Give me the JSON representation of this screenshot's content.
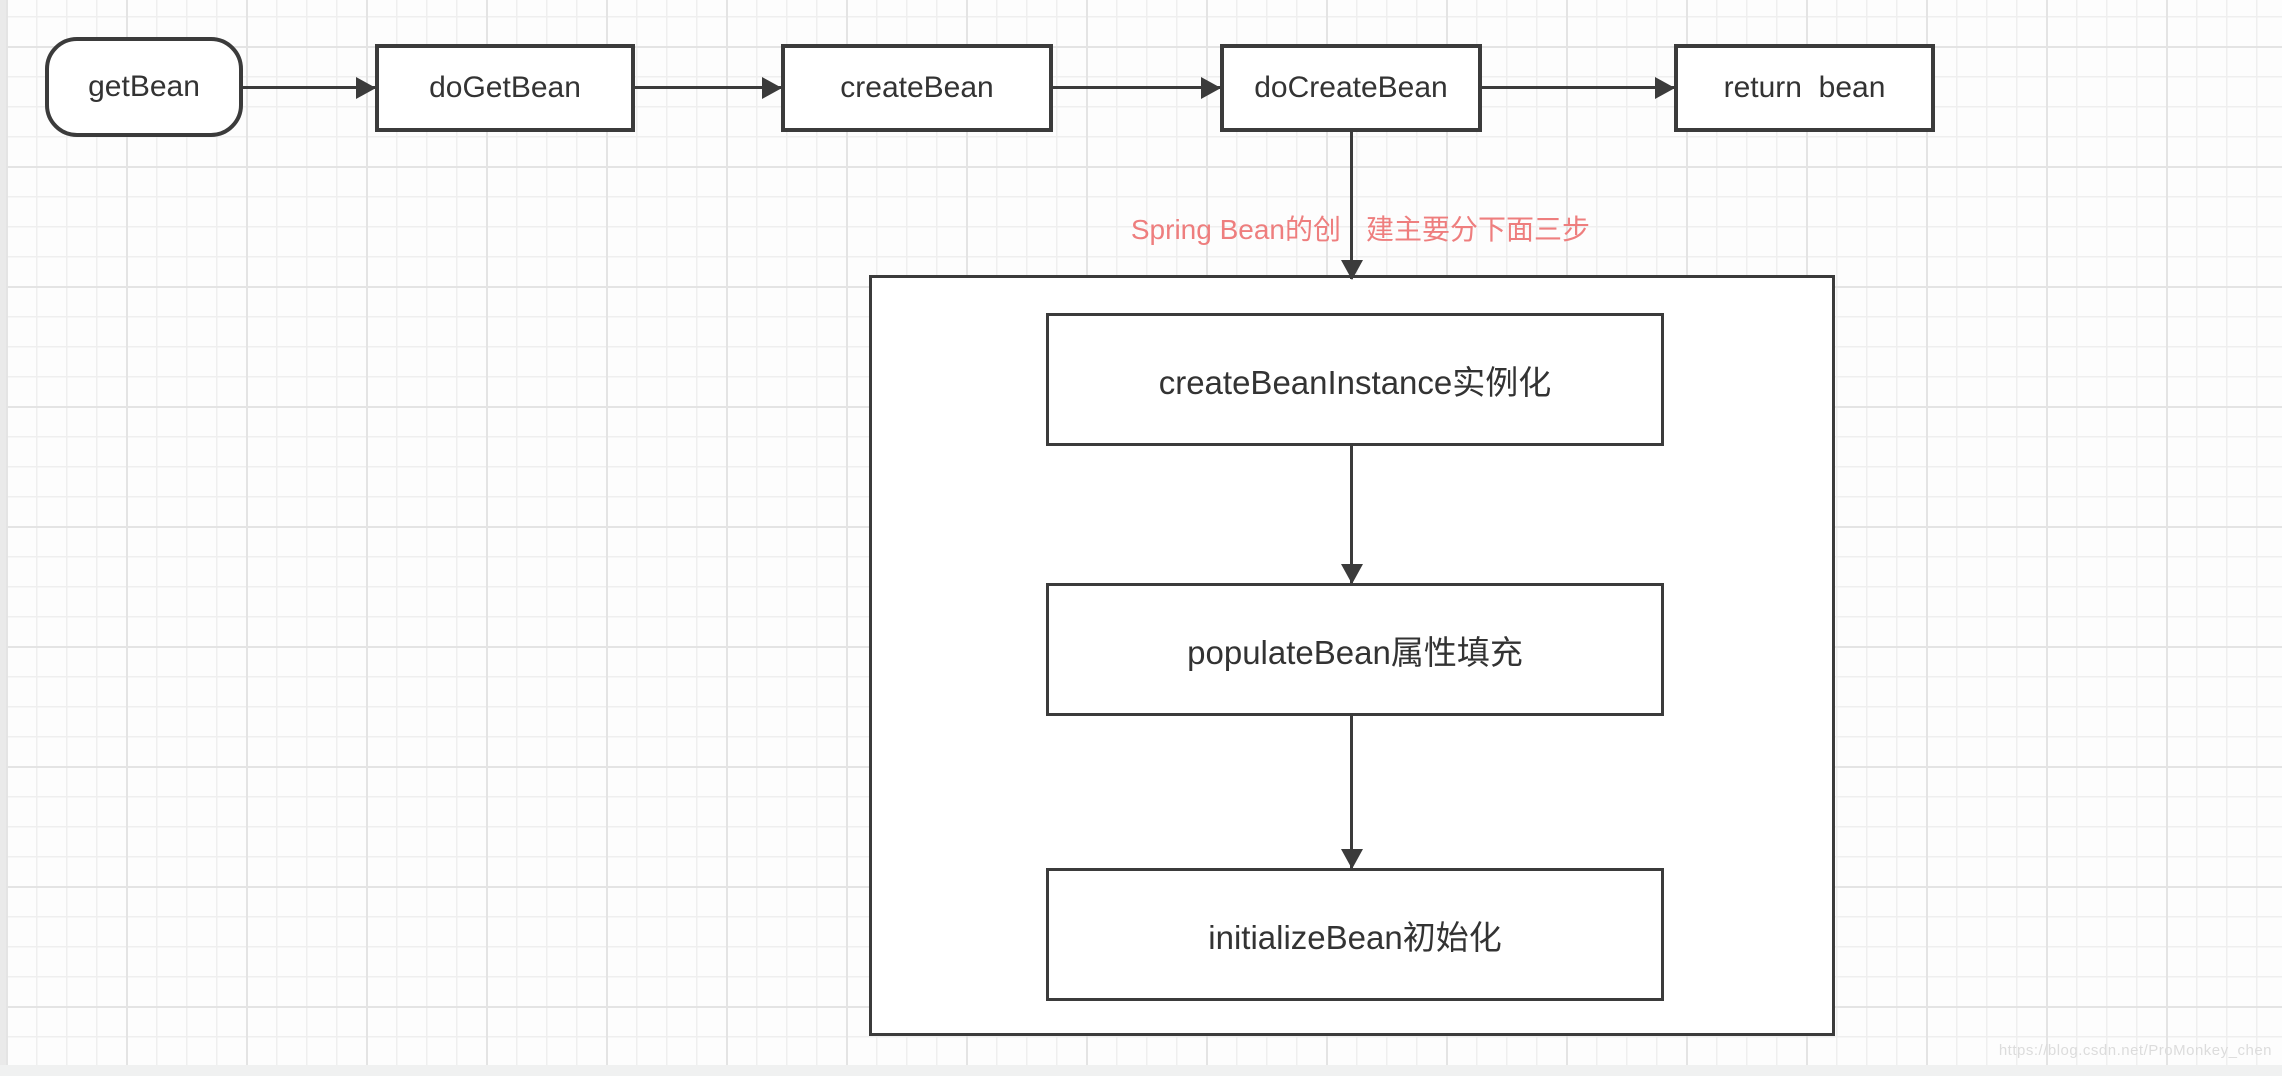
{
  "diagram": {
    "title_hint": "Spring Bean creation flowchart",
    "flow_nodes": [
      {
        "id": "getBean",
        "label": "getBean",
        "shape": "rounded"
      },
      {
        "id": "doGetBean",
        "label": "doGetBean",
        "shape": "rect"
      },
      {
        "id": "createBean",
        "label": "createBean",
        "shape": "rect"
      },
      {
        "id": "doCreateBean",
        "label": "doCreateBean",
        "shape": "rect"
      },
      {
        "id": "returnBean",
        "label": "return  bean",
        "shape": "rect"
      }
    ],
    "edges": [
      "getBean -> doGetBean",
      "doGetBean -> createBean",
      "createBean -> doCreateBean",
      "doCreateBean -> returnBean",
      "doCreateBean -> sub_steps container",
      "createBeanInstance -> populateBean",
      "populateBean -> initializeBean"
    ],
    "annotation": {
      "text_full": "Spring Bean的创建主要分下面三步",
      "text_left": "Spring Bean的创",
      "text_right": "建主要分下面三步",
      "color": "#ee7e7e"
    },
    "sub_steps": [
      {
        "label": "createBeanInstance实例化"
      },
      {
        "label": "populateBean属性填充"
      },
      {
        "label": "initializeBean初始化"
      }
    ],
    "colors": {
      "stroke": "#3b3b3b",
      "text": "#333333",
      "node_fill": "#ffffff",
      "annotation_red": "#ee7e7e"
    }
  },
  "watermark": {
    "text": "https://blog.csdn.net/ProMonkey_chen",
    "color": "#dcdcdc"
  }
}
